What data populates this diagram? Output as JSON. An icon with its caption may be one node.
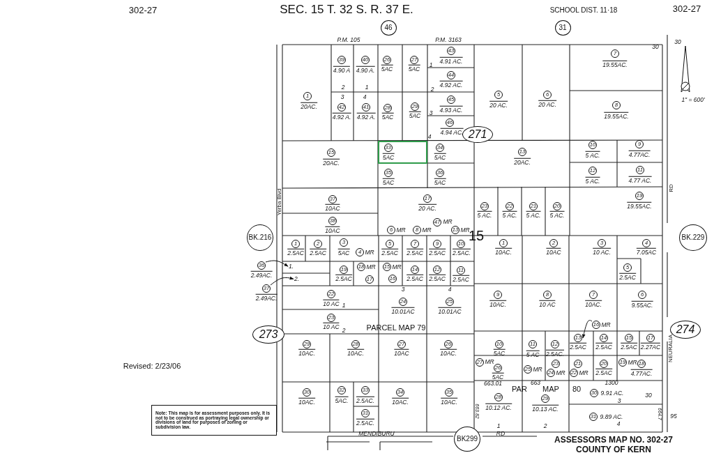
{
  "diagram": {
    "title": "SEC. 15 T. 32 S. R. 37 E.",
    "nodes": [
      {
        "text": [
          "46"
        ]
      },
      {
        "text": [
          "31"
        ]
      },
      {
        "text": [
          "39"
        ],
        "beside": [
          "4.90 A"
        ]
      },
      {
        "text": [
          "40"
        ],
        "beside": [
          "4.90 A."
        ]
      },
      {
        "text": [
          "26"
        ],
        "beside": [
          "5AC"
        ]
      },
      {
        "text": [
          "27"
        ],
        "beside": [
          "5AC"
        ]
      },
      {
        "text": [
          "43"
        ],
        "beside": [
          "4.91 AC."
        ]
      },
      {
        "text": [
          "7"
        ],
        "beside": [
          "19.55AC."
        ]
      },
      {
        "text": [
          "44"
        ],
        "beside": [
          "4.92 AC."
        ]
      },
      {
        "text": [
          "5"
        ],
        "beside": [
          "20 AC."
        ]
      },
      {
        "text": [
          "6"
        ],
        "beside": [
          "20 AC."
        ]
      },
      {
        "text": [
          "1"
        ],
        "beside": [
          "20AC."
        ]
      },
      {
        "text": [
          "45"
        ],
        "beside": [
          "4.93 AC."
        ]
      },
      {
        "text": [
          "8"
        ],
        "beside": [
          "19.55AC."
        ]
      },
      {
        "text": [
          "42"
        ],
        "beside": [
          "4.92 A."
        ]
      },
      {
        "text": [
          "41"
        ],
        "beside": [
          "4.92 A."
        ]
      },
      {
        "text": [
          "28"
        ],
        "beside": [
          "5AC"
        ]
      },
      {
        "text": [
          "29"
        ],
        "beside": [
          "5AC"
        ]
      },
      {
        "text": [
          "46"
        ],
        "beside": [
          "4.94 AC."
        ]
      },
      {
        "text": [
          "271"
        ]
      },
      {
        "text": [
          "9"
        ],
        "beside": [
          "4.77AC."
        ]
      },
      {
        "text": [
          "10"
        ],
        "beside": [
          "5 AC."
        ]
      },
      {
        "text": [],
        "shape": "box"
      },
      {
        "text": [
          "33"
        ],
        "beside": [
          "5AC"
        ],
        "in": 22
      },
      {
        "text": [
          "34"
        ],
        "beside": [
          "5AC"
        ]
      },
      {
        "text": [
          "15"
        ],
        "beside": [
          "20AC."
        ]
      },
      {
        "text": [
          "13"
        ],
        "beside": [
          "20AC."
        ]
      },
      {
        "text": [
          "11"
        ],
        "beside": [
          "4.77 AC."
        ]
      },
      {
        "text": [
          "12"
        ],
        "beside": [
          "5 AC."
        ]
      },
      {
        "text": [
          "35"
        ],
        "beside": [
          "5AC"
        ]
      },
      {
        "text": [
          "36"
        ],
        "beside": [
          "5AC"
        ]
      },
      {
        "text": [
          "19"
        ],
        "beside": [
          "19.55AC."
        ]
      },
      {
        "text": [
          "17"
        ],
        "beside": [
          "20 AC."
        ]
      },
      {
        "text": [
          "37"
        ],
        "beside": [
          "10AC"
        ]
      },
      {
        "text": [
          "23"
        ],
        "beside": [
          "5 AC."
        ]
      },
      {
        "text": [
          "22"
        ],
        "beside": [
          "5 AC."
        ]
      },
      {
        "text": [
          "21"
        ],
        "beside": [
          "5 AC."
        ]
      },
      {
        "text": [
          "20"
        ],
        "beside": [
          "5 AC."
        ]
      },
      {
        "text": [
          "38"
        ],
        "beside": [
          "10AC"
        ]
      },
      {
        "text": [
          "47"
        ],
        "beside": [
          "MR"
        ]
      },
      {
        "text": [
          "6"
        ],
        "beside": [
          "MR"
        ]
      },
      {
        "text": [
          "8"
        ],
        "beside": [
          "MR"
        ]
      },
      {
        "text": [
          "13"
        ],
        "beside": [
          "MR"
        ]
      },
      {
        "text": [
          "BK.216"
        ]
      },
      {
        "text": [
          "BK.229"
        ]
      },
      {
        "text": [
          "1"
        ],
        "beside": [
          "2.5AC"
        ]
      },
      {
        "text": [
          "2"
        ],
        "beside": [
          "2.5AC"
        ]
      },
      {
        "text": [
          "3"
        ],
        "beside": [
          "5AC"
        ]
      },
      {
        "text": [
          "4"
        ],
        "beside": [
          "MR"
        ]
      },
      {
        "text": [
          "5"
        ],
        "beside": [
          "2.5AC"
        ]
      },
      {
        "text": [
          "7"
        ],
        "beside": [
          "2.5AC"
        ]
      },
      {
        "text": [
          "9"
        ],
        "beside": [
          "2.5AC"
        ]
      },
      {
        "text": [
          "10"
        ],
        "beside": [
          "2.5AC."
        ]
      },
      {
        "text": [
          "1"
        ],
        "beside": [
          "10AC."
        ]
      },
      {
        "text": [
          "2"
        ],
        "beside": [
          "10AC"
        ]
      },
      {
        "text": [
          "3"
        ],
        "beside": [
          "10 AC."
        ]
      },
      {
        "text": [
          "4"
        ],
        "beside": [
          "7.05AC"
        ]
      },
      {
        "text": [
          "36"
        ],
        "beside": [
          "2.49AC."
        ]
      },
      {
        "text": [
          "1."
        ]
      },
      {
        "text": [
          "19"
        ],
        "beside": [
          "2.5AC"
        ]
      },
      {
        "text": [
          "18"
        ],
        "beside": [
          "MR"
        ]
      },
      {
        "text": [
          "15"
        ],
        "beside": [
          "MR"
        ]
      },
      {
        "text": [
          "14"
        ],
        "beside": [
          "2.5AC"
        ]
      },
      {
        "text": [
          "12"
        ],
        "beside": [
          "2.5AC"
        ]
      },
      {
        "text": [
          "11"
        ],
        "beside": [
          "2.5AC"
        ]
      },
      {
        "text": [
          "5"
        ],
        "beside": [
          "2.5AC"
        ]
      },
      {
        "text": [
          "2."
        ]
      },
      {
        "text": [
          "17"
        ]
      },
      {
        "text": [
          "16"
        ]
      },
      {
        "text": [
          "37"
        ],
        "beside": [
          "2.49AC."
        ]
      },
      {
        "text": [
          "22"
        ],
        "beside": [
          "10 AC"
        ]
      },
      {
        "text": [
          "9"
        ],
        "beside": [
          "10AC."
        ]
      },
      {
        "text": [
          "8"
        ],
        "beside": [
          "10 AC"
        ]
      },
      {
        "text": [
          "7"
        ],
        "beside": [
          "10AC."
        ]
      },
      {
        "text": [
          "6"
        ],
        "beside": [
          "9.55AC."
        ]
      },
      {
        "text": [
          "24"
        ],
        "beside": [
          "10.01AC"
        ]
      },
      {
        "text": [
          "25"
        ],
        "beside": [
          "10.01AC"
        ]
      },
      {
        "text": [
          "23"
        ],
        "beside": [
          "10 AC"
        ]
      },
      {
        "text": [
          "16"
        ],
        "beside": [
          "MR"
        ]
      },
      {
        "text": [
          "273"
        ]
      },
      {
        "text": [
          "274"
        ]
      },
      {
        "text": [
          "13"
        ],
        "beside": [
          "2.5AC"
        ]
      },
      {
        "text": [
          "14"
        ],
        "beside": [
          "2.5AC"
        ]
      },
      {
        "text": [
          "15"
        ],
        "beside": [
          "2.5AC"
        ]
      },
      {
        "text": [
          "17"
        ],
        "beside": [
          "2.27AC"
        ]
      },
      {
        "text": [
          "29"
        ],
        "beside": [
          "10AC."
        ]
      },
      {
        "text": [
          "28"
        ],
        "beside": [
          "10AC."
        ]
      },
      {
        "text": [
          "27"
        ],
        "beside": [
          "10AC"
        ]
      },
      {
        "text": [
          "26"
        ],
        "beside": [
          "10AC."
        ]
      },
      {
        "text": [
          "10"
        ],
        "beside": [
          "5AC"
        ]
      },
      {
        "text": [
          "11"
        ],
        "beside": [
          "5 AC"
        ]
      },
      {
        "text": [
          "12"
        ],
        "beside": [
          "2.5AC."
        ]
      },
      {
        "text": [
          "27"
        ],
        "beside": [
          "MR"
        ]
      },
      {
        "text": [
          "19"
        ],
        "beside": [
          "MR"
        ]
      },
      {
        "text": [
          "23"
        ]
      },
      {
        "text": [
          "21"
        ]
      },
      {
        "text": [
          "20"
        ],
        "beside": [
          "2.5AC"
        ]
      },
      {
        "text": [
          "18"
        ],
        "beside": [
          "4.77AC."
        ]
      },
      {
        "text": [
          "26"
        ],
        "beside": [
          "5AC"
        ]
      },
      {
        "text": [
          "25"
        ],
        "beside": [
          "MR"
        ]
      },
      {
        "text": [
          "24"
        ],
        "beside": [
          "MR"
        ]
      },
      {
        "text": [
          "22"
        ],
        "beside": [
          "MR"
        ]
      },
      {
        "text": [
          "30"
        ],
        "beside": [
          "10AC."
        ]
      },
      {
        "text": [
          "32"
        ],
        "beside": [
          "5AC."
        ]
      },
      {
        "text": [
          "33"
        ],
        "beside": [
          "2.5AC."
        ]
      },
      {
        "text": [
          "34"
        ],
        "beside": [
          "10AC."
        ]
      },
      {
        "text": [
          "35"
        ],
        "beside": [
          "10AC."
        ]
      },
      {
        "text": [
          "30"
        ],
        "beside": [
          "9.91 AC."
        ]
      },
      {
        "text": [
          "28"
        ],
        "beside": [
          "10.12 AC."
        ]
      },
      {
        "text": [
          "29"
        ],
        "beside": [
          "10.13 AC."
        ]
      },
      {
        "text": [
          "31"
        ],
        "beside": [
          "2.5AC."
        ]
      },
      {
        "text": [
          "31"
        ],
        "beside": [
          "9.89 AC."
        ]
      },
      {
        "text": [
          "BK299"
        ]
      },
      {
        "text": [
          "Note: This map is for assessment purposes only. It is not to be construed as portraying legal ownership or divisions of land for purposes of zoning or subdivision law."
        ]
      }
    ],
    "edges": [
      {
        "from": 57,
        "to": 58,
        "arrow": "to"
      },
      {
        "from": 69,
        "to": 66,
        "arrow": "to"
      },
      {
        "from": 78,
        "to": 81,
        "arrow": "to"
      }
    ],
    "labels": [
      "302-27",
      "SCHOOL DIST. 11·18",
      "302-27",
      "P.M. 105",
      "P.M. 3163",
      "30",
      "30",
      "1",
      "2",
      "1",
      "2",
      "3",
      "4",
      "1\" = 600'",
      "3",
      "4",
      "Yerba Blvd",
      "RD",
      "15",
      "3",
      "4",
      "1",
      "2",
      "PARCEL MAP 79",
      "NEURALIA",
      "Revised: 2/23/06",
      "663.01",
      "663",
      "1300",
      "PAR",
      "MAP",
      "80",
      "30",
      "3",
      "663.82",
      "664.7",
      "95",
      "4",
      "1",
      "2",
      "MENDIBURU",
      "RD",
      "ASSESSORS MAP NO. 302-27",
      "COUNTY OF KERN"
    ]
  }
}
